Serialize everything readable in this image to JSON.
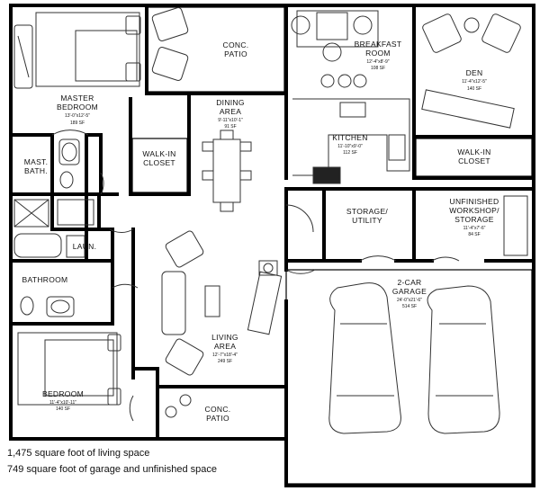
{
  "rooms": {
    "conc_patio_top": {
      "line1": "CONC.",
      "line2": "PATIO"
    },
    "breakfast_room": {
      "line1": "BREAKFAST",
      "line2": "ROOM",
      "dims": "12'-4\"x8'-9\"",
      "area": "108 SF"
    },
    "den": {
      "line1": "DEN",
      "dims": "11'-4\"x12'-5\"",
      "area": "140 SF"
    },
    "master_bedroom": {
      "line1": "MASTER",
      "line2": "BEDROOM",
      "dims": "13'-0\"x12'-5\"",
      "area": "189 SF"
    },
    "dining_area": {
      "line1": "DINING",
      "line2": "AREA",
      "dims": "9'-11\"x10'-1\"",
      "area": "91 SF"
    },
    "kitchen": {
      "line1": "KITCHEN",
      "dims": "11'-10\"x9'-0\"",
      "area": "112 SF"
    },
    "walkin_closet_1": {
      "line1": "WALK-IN",
      "line2": "CLOSET"
    },
    "walkin_closet_2": {
      "line1": "WALK-IN",
      "line2": "CLOSET"
    },
    "mast_bath": {
      "line1": "MAST.",
      "line2": "BATH."
    },
    "storage_utility": {
      "line1": "STORAGE/",
      "line2": "UTILITY"
    },
    "unfinished_workshop": {
      "line1": "UNFINISHED",
      "line2": "WORKSHOP/",
      "line3": "STORAGE",
      "dims": "11'-4\"x7'-6\"",
      "area": "84 SF"
    },
    "laun": {
      "line1": "LAUN."
    },
    "bathroom": {
      "line1": "BATHROOM"
    },
    "garage": {
      "line1": "2-CAR",
      "line2": "GARAGE",
      "dims": "24'-0\"x21'-6\"",
      "area": "514 SF"
    },
    "living_area": {
      "line1": "LIVING",
      "line2": "AREA",
      "dims": "12'-7\"x18'-4\"",
      "area": "249 SF"
    },
    "bedroom": {
      "line1": "BEDROOM",
      "dims": "11'-4\"x10'-11\"",
      "area": "140 SF"
    },
    "conc_patio_bottom": {
      "line1": "CONC.",
      "line2": "PATIO"
    }
  },
  "notes": {
    "living_space": "1,475 square foot of living space",
    "garage_space": "749 square foot of garage and unfinished space"
  },
  "colors": {
    "wall": "#000000",
    "fixture": "#333333",
    "background": "#ffffff"
  }
}
